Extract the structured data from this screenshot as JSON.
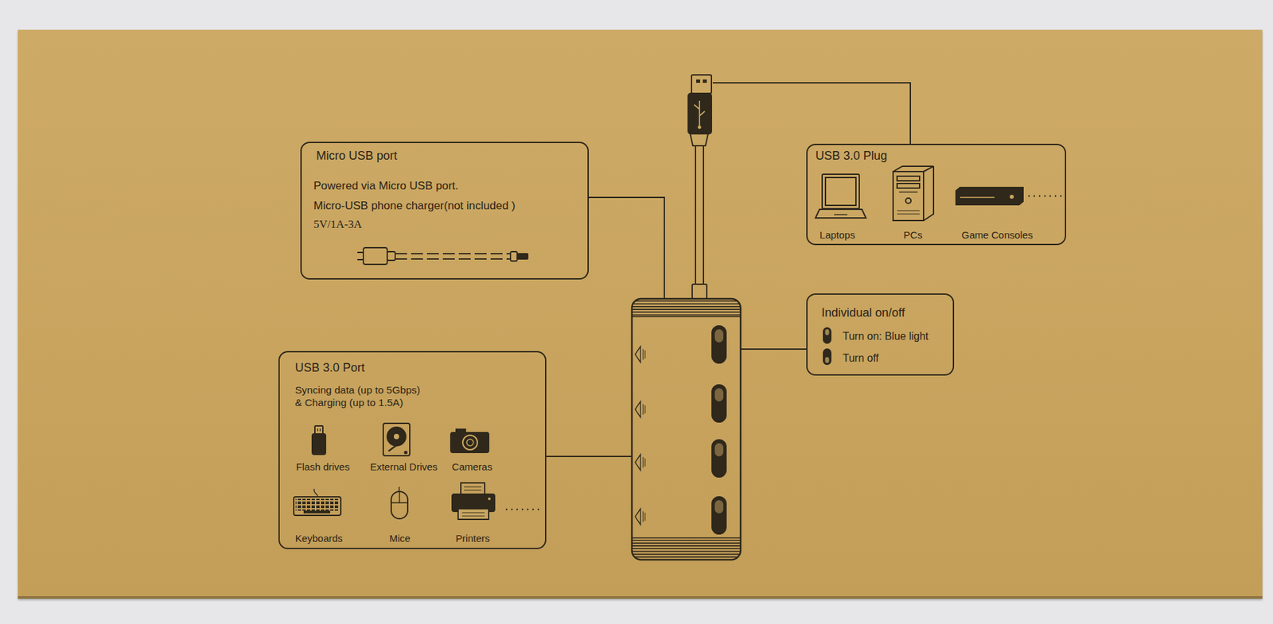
{
  "diagram": {
    "nodes": [
      {
        "text": [
          "Micro USB port",
          "Powered via Micro USB port.",
          "Micro-USB phone charger(not included )",
          "5V/1A-3A"
        ]
      },
      {
        "text": [
          "USB 3.0 Plug",
          "Laptops",
          "PCs",
          "Game Consoles"
        ]
      },
      {
        "text": [
          "Individual on/off",
          "Turn on: Blue light",
          "Turn off"
        ]
      },
      {
        "text": [
          "USB 3.0 Port",
          "Syncing data (up to 5Gbps) & Charging (up to 1.5A)",
          "Flash drives",
          "External Drives",
          "Cameras",
          "Keyboards",
          "Mice",
          "Printers"
        ]
      }
    ]
  }
}
